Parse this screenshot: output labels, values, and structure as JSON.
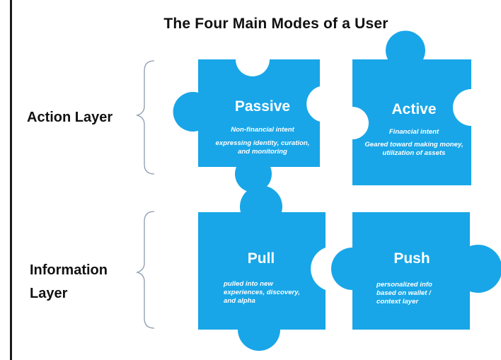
{
  "title": "The Four Main Modes of a User",
  "layers": [
    {
      "label": "Action Layer"
    },
    {
      "label_line1": "Information",
      "label_line2": "Layer"
    }
  ],
  "pieces": [
    {
      "name": "Passive",
      "intent": "Non-financial intent",
      "description": "expressing identity, curation, and monitoring"
    },
    {
      "name": "Active",
      "intent": "Financial intent",
      "description": "Geared toward making money, utilization of assets"
    },
    {
      "name": "Pull",
      "description": "pulled into new experiences, discovery, and alpha"
    },
    {
      "name": "Push",
      "description": "personalized info based on wallet / context layer"
    }
  ],
  "colors": {
    "piece_fill": "#18A6E8",
    "bracket": "#8A9BB0",
    "text": "#111111"
  }
}
